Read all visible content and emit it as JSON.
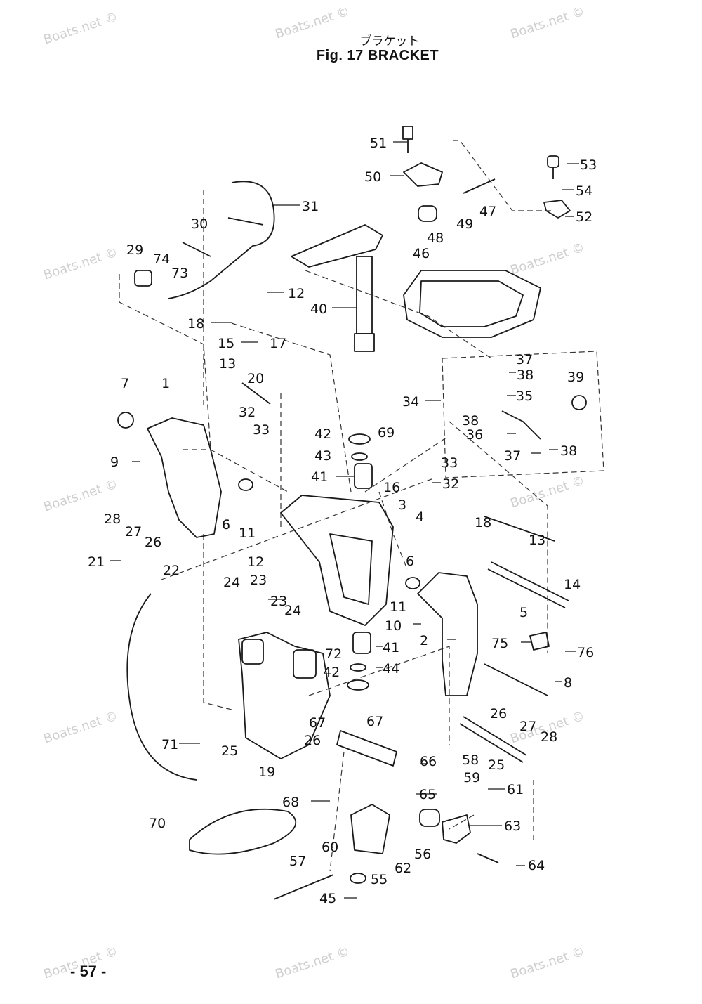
{
  "title_jp": "ブラケット",
  "title_en": "Fig. 17   BRACKET",
  "page_number": "- 57 -",
  "watermark": "Boats.net ©",
  "callouts": [
    "1",
    "2",
    "3",
    "4",
    "5",
    "6",
    "6",
    "7",
    "8",
    "9",
    "10",
    "11",
    "11",
    "12",
    "12",
    "13",
    "13",
    "14",
    "15",
    "16",
    "17",
    "18",
    "18",
    "19",
    "20",
    "21",
    "22",
    "23",
    "23",
    "24",
    "24",
    "25",
    "25",
    "26",
    "26",
    "26",
    "27",
    "27",
    "28",
    "28",
    "29",
    "30",
    "31",
    "32",
    "32",
    "33",
    "33",
    "34",
    "35",
    "36",
    "37",
    "37",
    "38",
    "38",
    "38",
    "39",
    "40",
    "41",
    "41",
    "42",
    "42",
    "43",
    "44",
    "45",
    "46",
    "47",
    "48",
    "49",
    "50",
    "51",
    "52",
    "53",
    "54",
    "55",
    "56",
    "57",
    "58",
    "59",
    "60",
    "61",
    "62",
    "63",
    "64",
    "65",
    "66",
    "67",
    "67",
    "68",
    "69",
    "70",
    "71",
    "72",
    "73",
    "74",
    "75",
    "76"
  ]
}
